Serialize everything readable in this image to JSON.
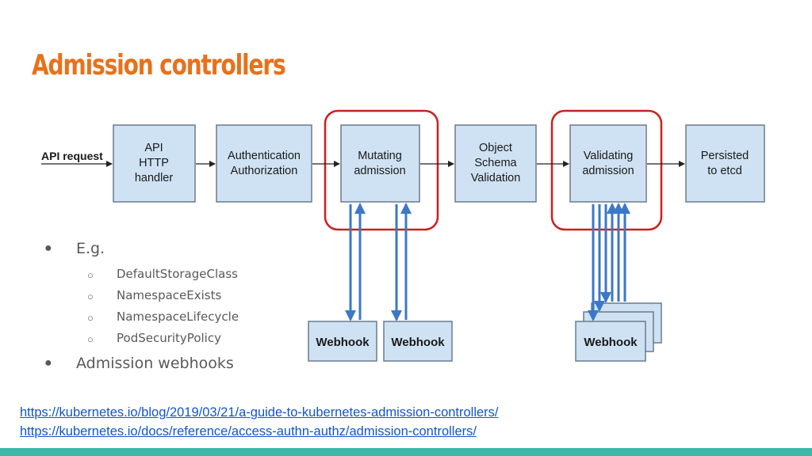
{
  "slide": {
    "title": "Admission controllers",
    "accent_color": "#e8711c",
    "bar_color": "#3fb8a8"
  },
  "diagram": {
    "input_label": "API request",
    "stages": [
      {
        "lines": [
          "API",
          "HTTP",
          "handler"
        ]
      },
      {
        "lines": [
          "Authentication",
          "Authorization"
        ]
      },
      {
        "lines": [
          "Mutating",
          "admission"
        ],
        "highlighted": true
      },
      {
        "lines": [
          "Object",
          "Schema",
          "Validation"
        ]
      },
      {
        "lines": [
          "Validating",
          "admission"
        ],
        "highlighted": true
      },
      {
        "lines": [
          "Persisted",
          "to etcd"
        ]
      }
    ],
    "webhook_label": "Webhook",
    "highlight_color": "#cc1f1f",
    "arrow_color": "#3d77c8"
  },
  "bullets": [
    {
      "text": "E.g.",
      "children": [
        "DefaultStorageClass",
        "NamespaceExists",
        "NamespaceLifecycle",
        "PodSecurityPolicy"
      ]
    },
    {
      "text": "Admission webhooks",
      "children": []
    }
  ],
  "links": [
    "https://kubernetes.io/blog/2019/03/21/a-guide-to-kubernetes-admission-controllers/",
    "https://kubernetes.io/docs/reference/access-authn-authz/admission-controllers/"
  ]
}
